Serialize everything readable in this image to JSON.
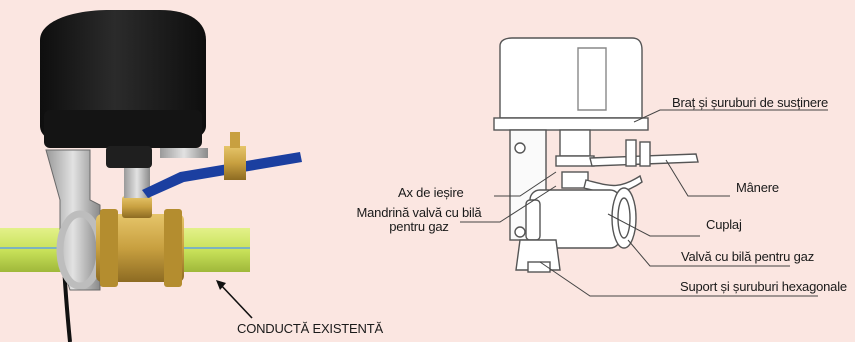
{
  "labels": {
    "existing_pipe": "CONDUCTĂ EXISTENTĂ",
    "bracket_screws": "Braț și șuruburi de susținere",
    "output_shaft": "Ax de ieșire",
    "handles": "Mânere",
    "valve_mandrel_line1": "Mandrină valvă cu bilă",
    "valve_mandrel_line2": "pentru gaz",
    "coupling": "Cuplaj",
    "gas_ball_valve": "Valvă cu bilă pentru gaz",
    "support_hex_screws": "Suport și șuruburi hexagonale"
  },
  "colors": {
    "background": "#fbe6e1",
    "pipe": "#c9e25a",
    "brass": "#c8a040",
    "actuator": "#1b1b1b",
    "lever_blue": "#1b3fa0",
    "line": "#444444"
  }
}
